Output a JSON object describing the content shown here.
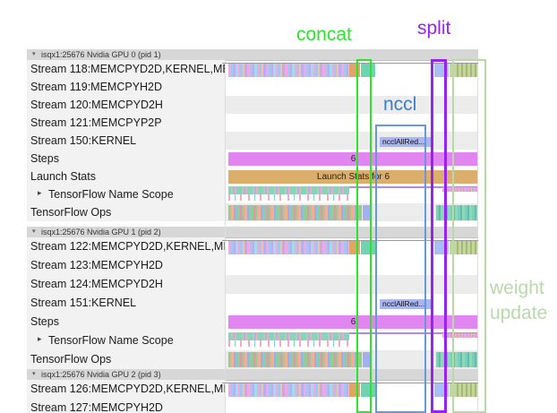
{
  "annotations": {
    "concat": "concat",
    "split": "split",
    "nccl": "nccl",
    "weight_update_line1": "weight",
    "weight_update_line2": "update"
  },
  "colors": {
    "concat": "#2ee32e",
    "split": "#9623ef",
    "nccl_text": "#3f7cc8",
    "nccl_box": "#6b97d8",
    "weight_update": "#b8d9a8",
    "steps_bar": "#e185f0",
    "launch_bar": "#dbae6c",
    "nccl_bar": "#a9b6f2"
  },
  "icons": {
    "collapse_arrow": "▾",
    "expand_arrow": "▸"
  },
  "bars": {
    "steps_label": "6",
    "launch_label": "Launch Stats for 6",
    "nccl_kernel_label": "ncclAllRed..."
  },
  "sections": [
    {
      "header": "isqx1:25676 Nvidia GPU 0 (pid 1)",
      "rows": [
        {
          "label": "Stream 118:MEMCPYD2D,KERNEL,ME"
        },
        {
          "label": "Stream 119:MEMCPYH2D"
        },
        {
          "label": "Stream 120:MEMCPYD2H"
        },
        {
          "label": "Stream 121:MEMCPYP2P"
        },
        {
          "label": "Stream 150:KERNEL"
        },
        {
          "label": "Steps"
        },
        {
          "label": "Launch Stats"
        },
        {
          "label": "TensorFlow Name Scope"
        },
        {
          "label": "TensorFlow Ops"
        }
      ]
    },
    {
      "header": "isqx1:25676 Nvidia GPU 1 (pid 2)",
      "rows": [
        {
          "label": "Stream 122:MEMCPYD2D,KERNEL,MI"
        },
        {
          "label": "Stream 123:MEMCPYH2D"
        },
        {
          "label": "Stream 124:MEMCPYD2H"
        },
        {
          "label": "Stream 151:KERNEL"
        },
        {
          "label": "Steps"
        },
        {
          "label": "TensorFlow Name Scope"
        },
        {
          "label": "TensorFlow Ops"
        }
      ]
    },
    {
      "header": "isqx1:25676 Nvidia GPU 2 (pid 3)",
      "rows": [
        {
          "label": "Stream 126:MEMCPYD2D,KERNEL,MI"
        },
        {
          "label": "Stream 127:MEMCPYH2D"
        }
      ]
    }
  ]
}
